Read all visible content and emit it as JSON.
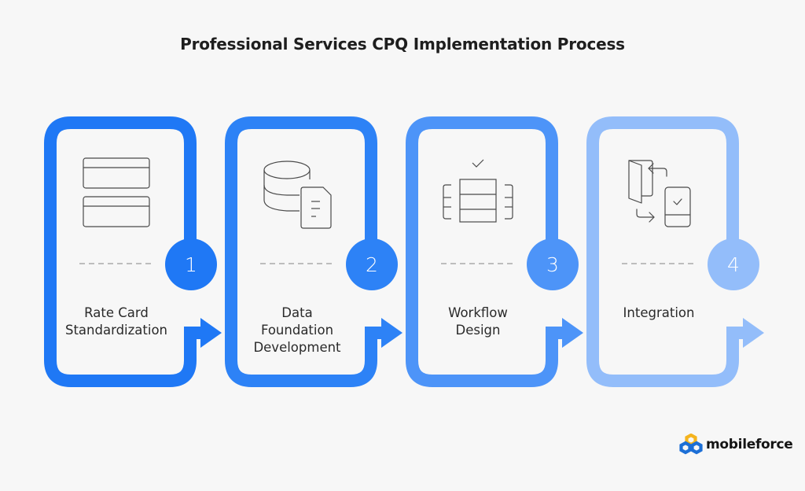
{
  "title": "Professional Services CPQ Implementation Process",
  "steps": [
    {
      "number": "1",
      "label_lines": [
        "Rate Card",
        "Standardization"
      ],
      "icon": "rate-card-icon",
      "color": "#1f78f5"
    },
    {
      "number": "2",
      "label_lines": [
        "Data",
        "Foundation",
        "Development"
      ],
      "icon": "database-document-icon",
      "color": "#2d82f6"
    },
    {
      "number": "3",
      "label_lines": [
        "Workflow",
        "Design"
      ],
      "icon": "workflow-table-icon",
      "color": "#4d94f8"
    },
    {
      "number": "4",
      "label_lines": [
        "Integration"
      ],
      "icon": "integration-sync-icon",
      "color": "#93bdfa"
    }
  ],
  "brand": {
    "name": "mobileforce",
    "logo_icon": "hexagon-cluster-logo-icon",
    "colors": {
      "yellow": "#f5b41e",
      "blue": "#1c6fd6"
    }
  }
}
